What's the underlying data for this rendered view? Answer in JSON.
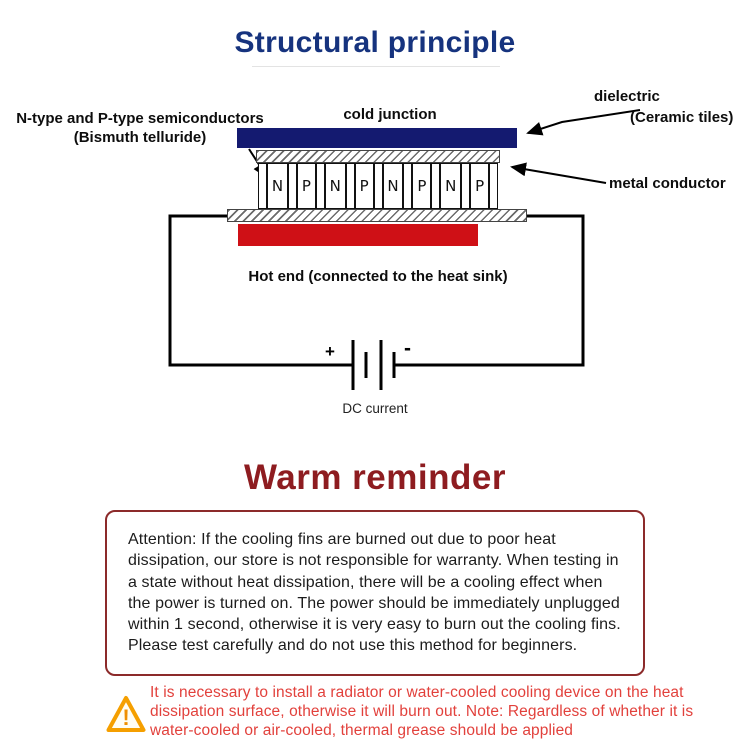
{
  "page": {
    "title": "Structural principle",
    "reminder_title": "Warm reminder"
  },
  "diagram": {
    "labels": {
      "semiconductors_line1": "N-type and P-type semiconductors",
      "semiconductors_line2": "(Bismuth telluride)",
      "cold_junction": "cold junction",
      "dielectric": "dielectric",
      "ceramic_tiles": "(Ceramic tiles)",
      "metal_conductor": "metal conductor",
      "hot_end": "Hot end (connected to the heat sink)",
      "dc_current": "DC current",
      "battery_plus": "+",
      "battery_minus": "-"
    },
    "elements": [
      "N",
      "P",
      "N",
      "P",
      "N",
      "P",
      "N",
      "P"
    ]
  },
  "reminder": {
    "box_text": "Attention: If the cooling fins are burned out due to poor heat dissipation, our store is not responsible for warranty. When testing in a state without heat dissipation, there will be a cooling effect when the power is turned on. The power should be immediately unplugged within 1 second, otherwise it is very easy to burn out the cooling fins. Please test carefully and do not use this method for beginners.",
    "note_text": "It is necessary to install a radiator or water-cooled cooling device on the heat dissipation surface, otherwise it will burn out. Note: Regardless of whether it is water-cooled or air-cooled, thermal grease should be applied",
    "warning_exclamation": "!"
  },
  "colors": {
    "title_blue": "#16337e",
    "cold_bar_navy": "#141a70",
    "hot_bar_red": "#cf1016",
    "reminder_maroon": "#8e1c20",
    "note_red": "#e2413c",
    "warning_orange": "#f59f00"
  }
}
